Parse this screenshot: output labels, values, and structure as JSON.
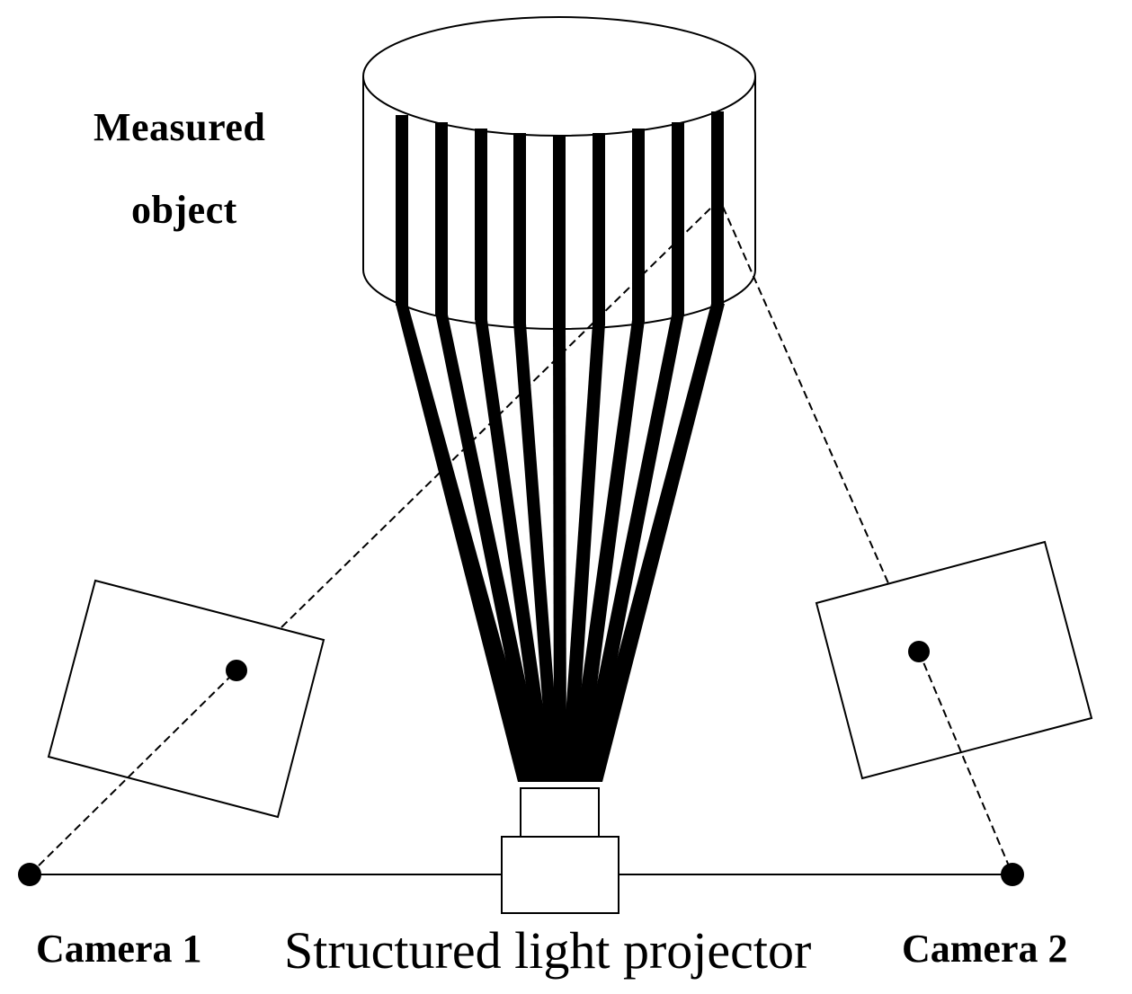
{
  "labels": {
    "measured_object_line1": "Measured",
    "measured_object_line2": "object",
    "camera_1": "Camera 1",
    "camera_2": "Camera 2",
    "projector": "Structured light projector"
  },
  "colors": {
    "stroke": "#000000",
    "fill": "#ffffff"
  }
}
